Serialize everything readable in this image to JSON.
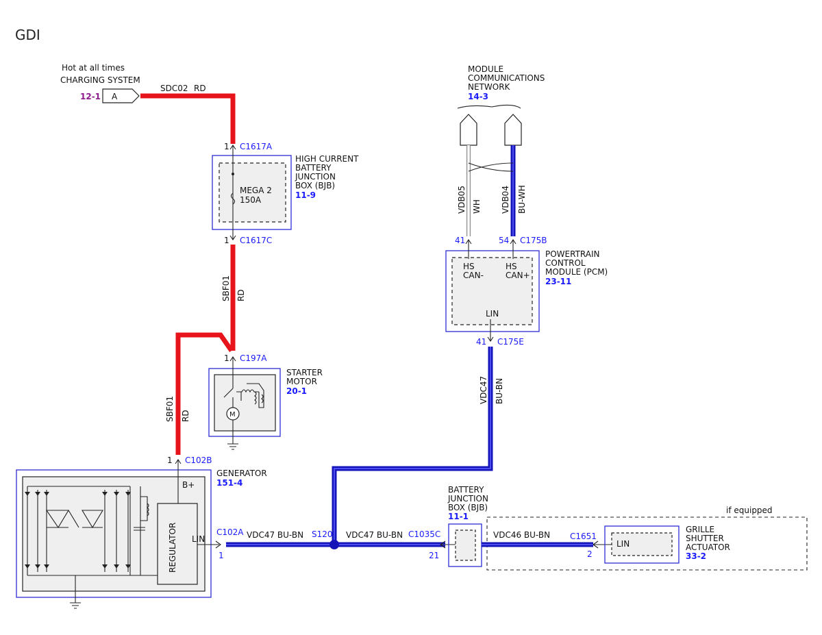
{
  "title": "GDI",
  "power_source": {
    "line1": "Hot at all times",
    "line2": "CHARGING SYSTEM",
    "ref": "12-1",
    "pin": "A"
  },
  "wires": {
    "sdc02": "SDC02",
    "sdc02_color": "RD",
    "sbf01_top": "SBF01",
    "sbf01_top_color": "RD",
    "sbf01_bottom": "SBF01",
    "sbf01_bottom_color": "RD",
    "vdb05": "VDB05",
    "vdb05_color": "WH",
    "vdb04": "VDB04",
    "vdb04_color": "BU-WH",
    "vdc47_vertical": "VDC47",
    "vdc47_vertical_color": "BU-BN",
    "vdc47_left": "VDC47  BU-BN",
    "vdc47_right": "VDC47  BU-BN",
    "vdc46": "VDC46  BU-BN"
  },
  "connectors": {
    "c1617a": "C1617A",
    "c1617a_pin": "1",
    "c1617c": "C1617C",
    "c1617c_pin": "1",
    "c197a": "C197A",
    "c197a_pin": "1",
    "c102b": "C102B",
    "c102b_pin": "1",
    "c102a": "C102A",
    "c102a_pin": "1",
    "s120": "S120",
    "c1035c": "C1035C",
    "c1035c_pin": "21",
    "c1651": "C1651",
    "c1651_pin": "2",
    "c175b": "C175B",
    "c175b_pin_left": "41",
    "c175b_pin_right": "54",
    "c175e": "C175E",
    "c175e_pin": "41"
  },
  "components": {
    "bjb_high": {
      "l1": "HIGH CURRENT",
      "l2": "BATTERY",
      "l3": "JUNCTION",
      "l4": "BOX (BJB)",
      "ref": "11-9",
      "fuse1": "MEGA 2",
      "fuse2": "150A"
    },
    "starter": {
      "l1": "STARTER",
      "l2": "MOTOR",
      "ref": "20-1"
    },
    "generator": {
      "l1": "GENERATOR",
      "ref": "151-4",
      "regulator": "REGULATOR",
      "bplus": "B+",
      "lin": "LIN"
    },
    "pcm": {
      "l1": "POWERTRAIN",
      "l2": "CONTROL",
      "l3": "MODULE (PCM)",
      "ref": "23-11",
      "hs1a": "HS",
      "hs1b": "CAN-",
      "hs2a": "HS",
      "hs2b": "CAN+",
      "lin": "LIN"
    },
    "mcn": {
      "l1": "MODULE",
      "l2": "COMMUNICATIONS",
      "l3": "NETWORK",
      "ref": "14-3"
    },
    "bjb": {
      "l1": "BATTERY",
      "l2": "JUNCTION",
      "l3": "BOX (BJB)",
      "ref": "11-1"
    },
    "grille": {
      "l1": "GRILLE",
      "l2": "SHUTTER",
      "l3": "ACTUATOR",
      "ref": "33-2",
      "lin": "LIN",
      "note": "if equipped"
    }
  },
  "colors": {
    "power_wire": "#e8141b",
    "data_wire": "#1414b8",
    "ref_text": "#1a1aff",
    "source_ref": "#8e1a8e"
  }
}
